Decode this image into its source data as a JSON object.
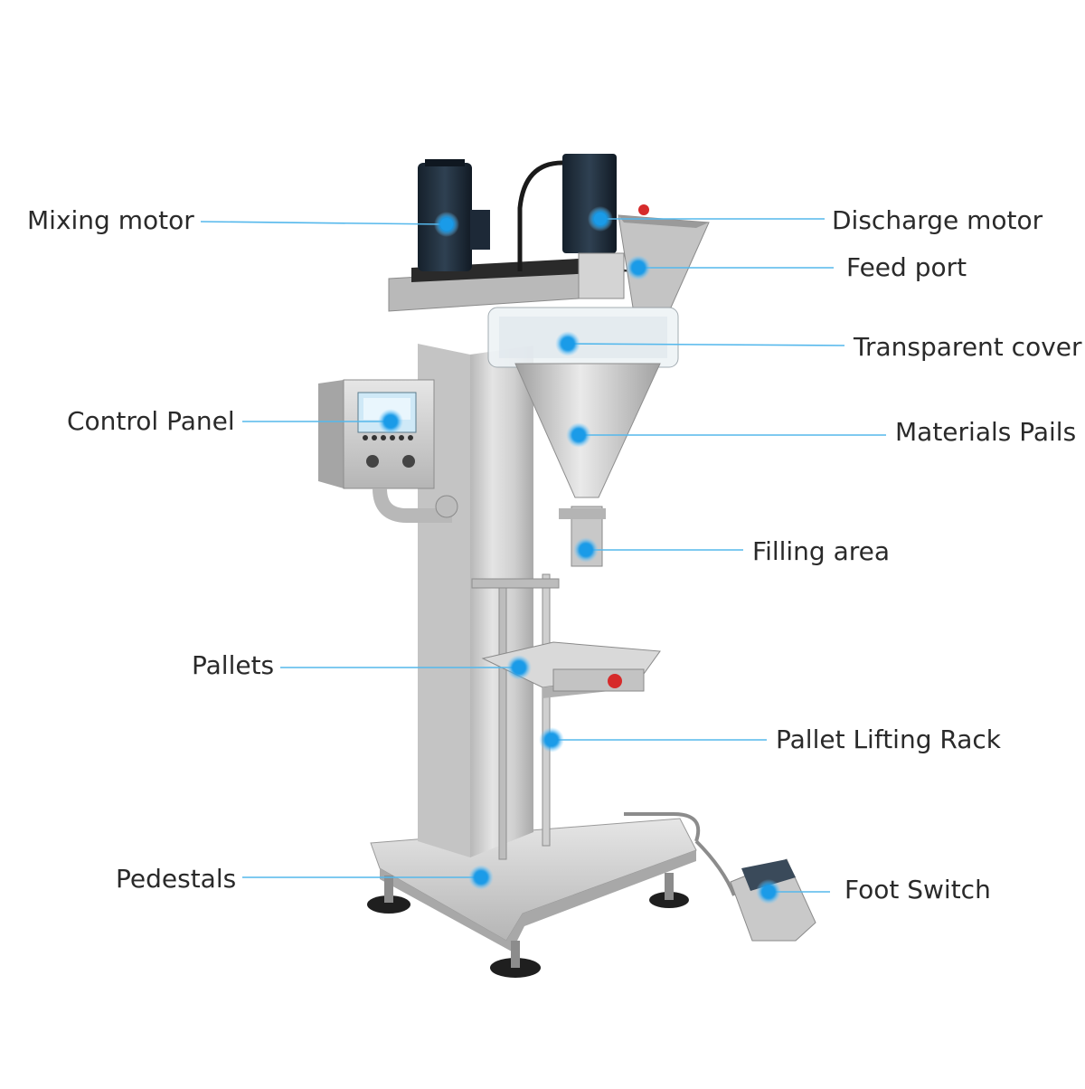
{
  "labels": {
    "mixing_motor": "Mixing motor",
    "control_panel": "Control Panel",
    "pallets": "Pallets",
    "pedestals": "Pedestals",
    "discharge_motor": "Discharge motor",
    "feed_port": "Feed port",
    "transparent_cover": "Transparent cover",
    "materials_pails": "Materials Pails",
    "filling_area": "Filling area",
    "pallet_lifting_rack": "Pallet Lifting Rack",
    "foot_switch": "Foot Switch"
  },
  "colors": {
    "leader_line": "#55b8ec",
    "dot": "#1a9be8",
    "steel": "#c9c9c9",
    "motor": "#1c2a38"
  }
}
